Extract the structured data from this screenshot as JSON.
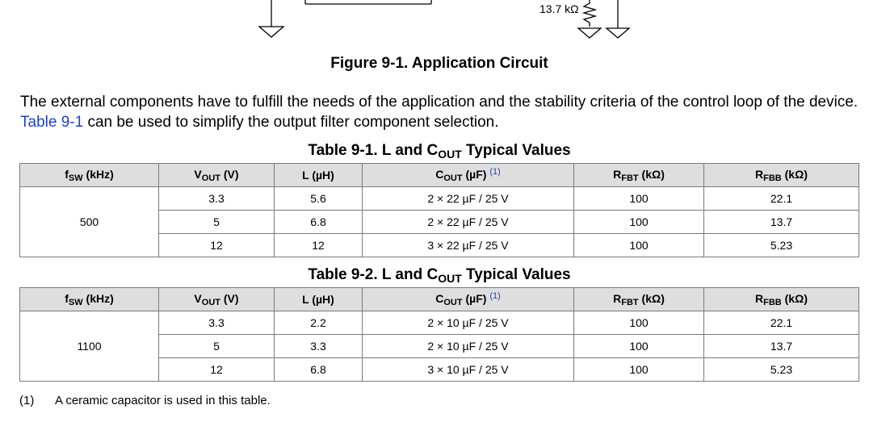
{
  "circuit": {
    "resistor_label": "13.7 kΩ"
  },
  "figure_caption": "Figure 9-1. Application Circuit",
  "paragraph": {
    "before_link": "The external components have to fulfill the needs of the application and the stability criteria of the control loop of the device. ",
    "link": "Table 9-1",
    "after_link": " can be used to simplify the output filter component selection."
  },
  "tables": [
    {
      "title_prefix": "Table 9-1. L and C",
      "title_sub": "OUT",
      "title_suffix": " Typical Values",
      "group_value": "500",
      "rows": [
        {
          "vout": "3.3",
          "l": "5.6",
          "cout": "2 × 22 µF / 25 V",
          "rfbt": "100",
          "rfbb": "22.1"
        },
        {
          "vout": "5",
          "l": "6.8",
          "cout": "2 × 22 µF / 25 V",
          "rfbt": "100",
          "rfbb": "13.7"
        },
        {
          "vout": "12",
          "l": "12",
          "cout": "3 × 22 µF / 25 V",
          "rfbt": "100",
          "rfbb": "5.23"
        }
      ]
    },
    {
      "title_prefix": "Table 9-2. L and C",
      "title_sub": "OUT",
      "title_suffix": " Typical Values",
      "group_value": "1100",
      "rows": [
        {
          "vout": "3.3",
          "l": "2.2",
          "cout": "2 × 10 µF / 25 V",
          "rfbt": "100",
          "rfbb": "22.1"
        },
        {
          "vout": "5",
          "l": "3.3",
          "cout": "2 × 10 µF / 25 V",
          "rfbt": "100",
          "rfbb": "13.7"
        },
        {
          "vout": "12",
          "l": "6.8",
          "cout": "3 × 10 µF / 25 V",
          "rfbt": "100",
          "rfbb": "5.23"
        }
      ]
    }
  ],
  "headers": {
    "fsw": {
      "main": "f",
      "sub": "SW",
      "unit": " (kHz)"
    },
    "vout": {
      "main": "V",
      "sub": "OUT",
      "unit": " (V)"
    },
    "l": {
      "main": "L (µH)"
    },
    "cout": {
      "main": "C",
      "sub": "OUT",
      "unit": " (µF) ",
      "note_ref": "(1)"
    },
    "rfbt": {
      "main": "R",
      "sub": "FBT",
      "unit": " (kΩ)"
    },
    "rfbb": {
      "main": "R",
      "sub": "FBB",
      "unit": " (kΩ)"
    }
  },
  "footnote": {
    "number": "(1)",
    "text": "A ceramic capacitor is used in this table."
  }
}
